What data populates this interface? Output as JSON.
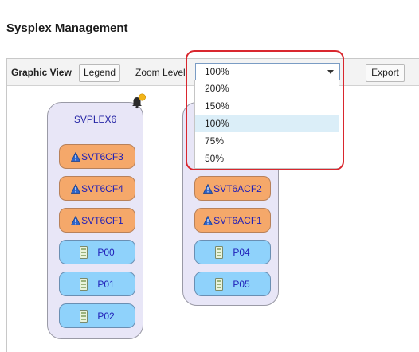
{
  "page_title": "Sysplex Management",
  "toolbar": {
    "graphic_view_label": "Graphic View",
    "legend_label": "Legend",
    "zoom_label": "Zoom Level",
    "zoom_value": "100%",
    "export_label": "Export"
  },
  "zoom_options": [
    {
      "label": "200%",
      "selected": false
    },
    {
      "label": "150%",
      "selected": false
    },
    {
      "label": "100%",
      "selected": true
    },
    {
      "label": "75%",
      "selected": false
    },
    {
      "label": "50%",
      "selected": false
    }
  ],
  "sysplexes": [
    {
      "name": "SVPLEX6",
      "has_alert": true,
      "cfs": [
        "SVT6CF3",
        "SVT6CF4",
        "SVT6CF1"
      ],
      "lpars": [
        "P00",
        "P01",
        "P02"
      ]
    },
    {
      "name": "",
      "has_alert": false,
      "cfs": [
        "SVT6ACF2",
        "SVT6ACF1"
      ],
      "lpars": [
        "P04",
        "P05"
      ]
    }
  ],
  "colors": {
    "cf_fill": "#f5a86a",
    "lpar_fill": "#8fd2fb",
    "sysplex_fill": "#e8e6f7",
    "highlight": "#d9272e",
    "selected_option": "#dbeef8"
  }
}
